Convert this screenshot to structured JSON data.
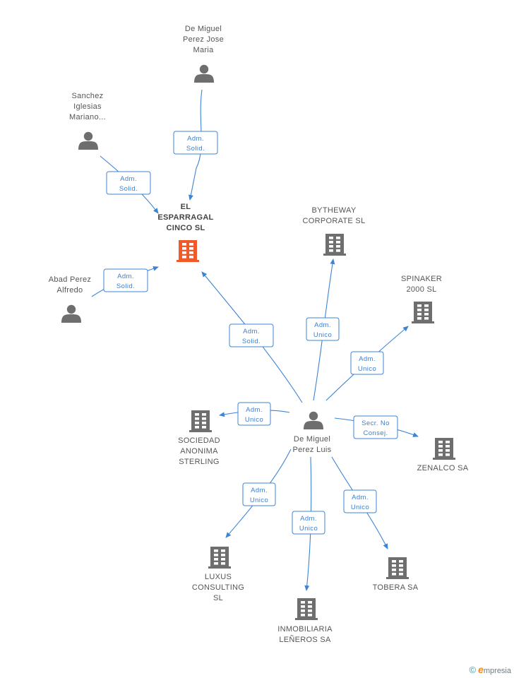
{
  "colors": {
    "edge": "#3d84d6",
    "company": "#6e6e6e",
    "focus_company": "#f05a28",
    "person": "#6e6e6e"
  },
  "nodes": [
    {
      "id": "main",
      "type": "company",
      "focus": true,
      "icon": "building-icon",
      "label": [
        "EL",
        "ESPARRAGAL",
        "CINCO SL"
      ]
    },
    {
      "id": "dmpjm",
      "type": "person",
      "icon": "person-icon",
      "label": [
        "De Miguel",
        "Perez Jose",
        "Maria"
      ]
    },
    {
      "id": "sim",
      "type": "person",
      "icon": "person-icon",
      "label": [
        "Sanchez",
        "Iglesias",
        "Mariano..."
      ]
    },
    {
      "id": "apa",
      "type": "person",
      "icon": "person-icon",
      "label": [
        "Abad Perez",
        "Alfredo"
      ]
    },
    {
      "id": "dmpl",
      "type": "person",
      "icon": "person-icon",
      "label": [
        "De Miguel",
        "Perez Luis"
      ]
    },
    {
      "id": "byth",
      "type": "company",
      "icon": "building-icon",
      "label": [
        "BYTHEWAY",
        "CORPORATE SL"
      ]
    },
    {
      "id": "spin",
      "type": "company",
      "icon": "building-icon",
      "label": [
        "SPINAKER",
        "2000 SL"
      ]
    },
    {
      "id": "soc",
      "type": "company",
      "icon": "building-icon",
      "label": [
        "SOCIEDAD",
        "ANONIMA",
        "STERLING"
      ]
    },
    {
      "id": "zen",
      "type": "company",
      "icon": "building-icon",
      "label": [
        "ZENALCO SA"
      ]
    },
    {
      "id": "lux",
      "type": "company",
      "icon": "building-icon",
      "label": [
        "LUXUS",
        "CONSULTING",
        "SL"
      ]
    },
    {
      "id": "inm",
      "type": "company",
      "icon": "building-icon",
      "label": [
        "INMOBILIARIA",
        "LEÑEROS SA"
      ]
    },
    {
      "id": "tob",
      "type": "company",
      "icon": "building-icon",
      "label": [
        "TOBERA SA"
      ]
    }
  ],
  "edges": [
    {
      "from": "dmpjm",
      "to": "main",
      "label": [
        "Adm.",
        "Solid."
      ]
    },
    {
      "from": "sim",
      "to": "main",
      "label": [
        "Adm.",
        "Solid."
      ]
    },
    {
      "from": "apa",
      "to": "main",
      "label": [
        "Adm.",
        "Solid."
      ]
    },
    {
      "from": "dmpl",
      "to": "main",
      "label": [
        "Adm.",
        "Solid."
      ]
    },
    {
      "from": "dmpl",
      "to": "byth",
      "label": [
        "Adm.",
        "Unico"
      ]
    },
    {
      "from": "dmpl",
      "to": "spin",
      "label": [
        "Adm.",
        "Unico"
      ]
    },
    {
      "from": "dmpl",
      "to": "soc",
      "label": [
        "Adm.",
        "Unico"
      ]
    },
    {
      "from": "dmpl",
      "to": "zen",
      "label": [
        "Secr. No",
        "Consej."
      ]
    },
    {
      "from": "dmpl",
      "to": "lux",
      "label": [
        "Adm.",
        "Unico"
      ]
    },
    {
      "from": "dmpl",
      "to": "inm",
      "label": [
        "Adm.",
        "Unico"
      ]
    },
    {
      "from": "dmpl",
      "to": "tob",
      "label": [
        "Adm.",
        "Unico"
      ]
    }
  ],
  "footer": {
    "copyright": "©",
    "brand_initial": "e",
    "brand_rest": "mpresia"
  }
}
